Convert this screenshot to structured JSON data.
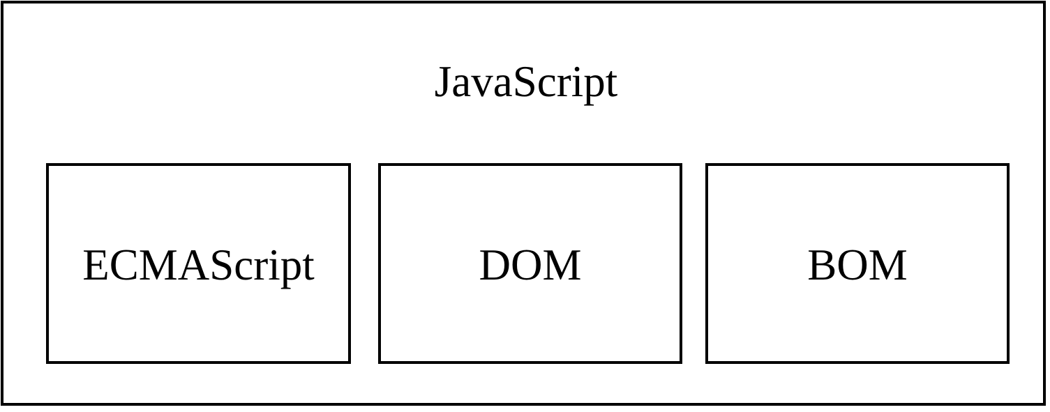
{
  "diagram": {
    "type": "containment-block-diagram",
    "title": "JavaScript",
    "colors": {
      "stroke": "#000000",
      "fill": "#ffffff",
      "text": "#000000"
    },
    "outer": {
      "label": "JavaScript"
    },
    "children": [
      {
        "label": "ECMAScript"
      },
      {
        "label": "DOM"
      },
      {
        "label": "BOM"
      }
    ]
  }
}
